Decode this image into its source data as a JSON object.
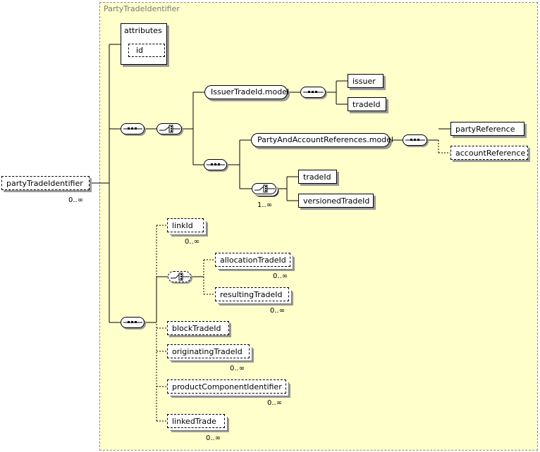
{
  "group": {
    "title": "PartyTradeIdentifier"
  },
  "root": {
    "label": "partyTradeIdentifier",
    "cardinality": "0..∞"
  },
  "attributes": {
    "title": "attributes",
    "id": "id"
  },
  "models": {
    "issuer_trade_id": "IssuerTradeId.model",
    "party_and_account_refs": "PartyAndAccountReferences.model"
  },
  "elements": {
    "issuer": "issuer",
    "trade_id_1": "tradeId",
    "party_reference": "partyReference",
    "account_reference": "accountReference",
    "trade_id_2": "tradeId",
    "versioned_trade_id": "versionedTradeId",
    "link_id": "linkId",
    "allocation_trade_id": "allocationTradeId",
    "resulting_trade_id": "resultingTradeId",
    "block_trade_id": "blockTradeId",
    "originating_trade_id": "originatingTradeId",
    "product_component_identifier": "productComponentIdentifier",
    "linked_trade": "linkedTrade"
  },
  "cardinalities": {
    "choice_trade": "1..∞",
    "link_id": "0..∞",
    "allocation_trade_id": "0..∞",
    "resulting_trade_id": "0..∞",
    "originating_trade_id": "0..∞",
    "product_component_identifier": "0..∞",
    "linked_trade": "0..∞"
  },
  "colors": {
    "group_fill": "#ffffcc",
    "shadow": "#9a9a9a",
    "group_title": "#7a7a7a"
  }
}
